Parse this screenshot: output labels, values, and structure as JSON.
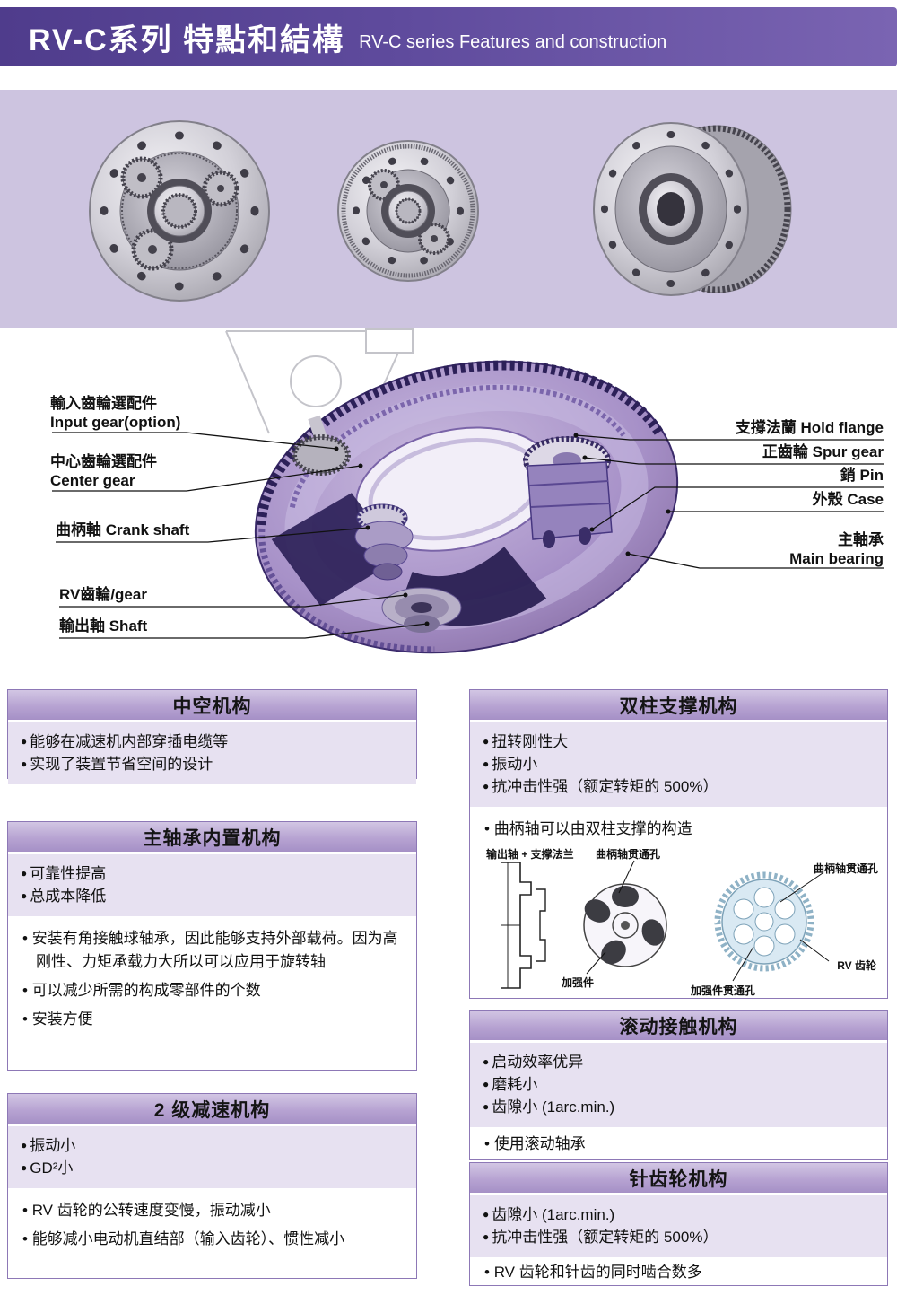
{
  "header": {
    "title_cn": "RV-C系列 特點和結構",
    "title_en": "RV-C series Features and construction"
  },
  "colors": {
    "header_bar": "#5f4b9d",
    "photo_band_bg": "#cdc4e0",
    "box_border": "#8d78b6",
    "box_header_purple": "#b7a3d2",
    "highlight_bg": "#e7e1f1",
    "diagram_body_purple": "#9d87c2",
    "diagram_dark_purple": "#2d2158",
    "mini_gear_blue": "#d9e9f3"
  },
  "diagram": {
    "left_labels": [
      {
        "cn": "輸入齒輪選配件",
        "en": "Input gear(option)"
      },
      {
        "cn": "中心齒輪選配件",
        "en": "Center gear"
      },
      {
        "text": "曲柄軸 Crank shaft"
      },
      {
        "text": "RV齒輪/gear"
      },
      {
        "text": "輸出軸 Shaft"
      }
    ],
    "right_labels": [
      {
        "text": "支撐法蘭 Hold flange"
      },
      {
        "text": "正齒輪 Spur gear"
      },
      {
        "text": "銷 Pin"
      },
      {
        "text": "外殼 Case"
      },
      {
        "cn": "主軸承",
        "en": "Main bearing"
      }
    ]
  },
  "features_left": [
    {
      "title": "中空机构",
      "highlights": [
        "能够在减速机内部穿插电缆等",
        "实现了装置节省空间的设计"
      ],
      "notes": []
    },
    {
      "title": "主轴承内置机构",
      "highlights": [
        "可靠性提高",
        "总成本降低"
      ],
      "notes": [
        "安装有角接触球轴承，因此能够支持外部载荷。因为高刚性、力矩承载力大所以可以应用于旋转轴",
        "可以减少所需的构成零部件的个数",
        "安装方便"
      ]
    },
    {
      "title": "2 级减速机构",
      "highlights": [
        "振动小",
        "GD²小"
      ],
      "notes": [
        "RV 齿轮的公转速度变慢，振动减小",
        "能够减小电动机直结部（输入齿轮）、惯性减小"
      ]
    }
  ],
  "features_right": [
    {
      "title": "双柱支撑机构",
      "highlights": [
        "扭转刚性大",
        "振动小",
        "抗冲击性强（额定转矩的 500%）"
      ],
      "notes": [
        "曲柄轴可以由双柱支撑的构造"
      ],
      "mini_labels": {
        "output_shaft": "输出轴 + 支撑法兰",
        "crank_hole_top": "曲柄轴贯通孔",
        "crank_hole_right": "曲柄轴贯通孔",
        "rv_gear": "RV 齿轮",
        "reinforce": "加强件",
        "reinforce_hole": "加强件贯通孔"
      }
    },
    {
      "title": "滚动接触机构",
      "highlights": [
        "启动效率优异",
        "磨耗小",
        "齿隙小 (1arc.min.)"
      ],
      "notes": [
        "使用滚动轴承"
      ]
    },
    {
      "title": "针齿轮机构",
      "highlights": [
        "齿隙小 (1arc.min.)",
        "抗冲击性强（额定转矩的 500%）"
      ],
      "notes": [
        "RV 齿轮和针齿的同时啮合数多"
      ]
    }
  ]
}
